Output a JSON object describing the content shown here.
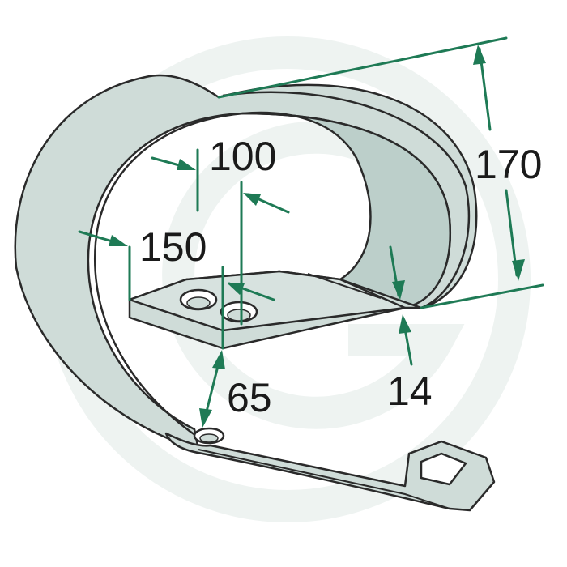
{
  "colors": {
    "part_fill": "#cfdcd8",
    "part_fill_dark": "#bccfca",
    "part_outline": "#2a2a2a",
    "dimension": "#1e7a55",
    "watermark": "#eef3f1"
  },
  "dimensions": {
    "height": "170",
    "thickness": "14",
    "hole_offset_1": "150",
    "hole_offset_2": "100",
    "bend_gap": "65"
  }
}
